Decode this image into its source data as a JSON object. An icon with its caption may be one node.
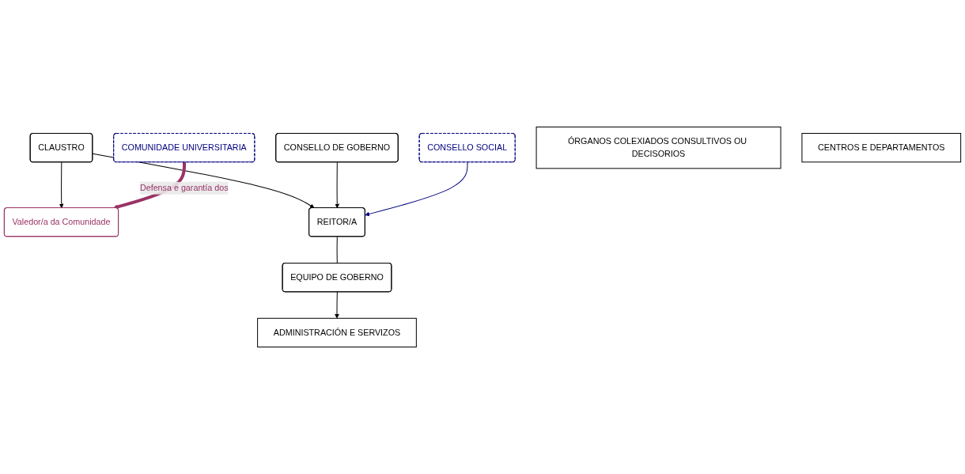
{
  "diagram": {
    "nodes": [
      {
        "text": [
          "CLAUSTRO"
        ]
      },
      {
        "text": [
          "Valedor/a da Comunidade"
        ]
      },
      {
        "text": [
          "REITOR/A"
        ]
      },
      {
        "text": [
          "CONSELLO DE GOBERNO"
        ]
      },
      {
        "text": [
          "CONSELLO SOCIAL"
        ]
      },
      {
        "text": [
          "EQUIPO DE GOBERNO"
        ]
      },
      {
        "text": [
          "COMUNIDADE UNIVERSITARIA"
        ]
      },
      {
        "text": [
          "ADMINISTRACIÓN E SERVIZOS"
        ]
      },
      {
        "text": [
          "ÓRGANOS COLEXIADOS CONSULTIVOS OU DECISORIOS"
        ]
      },
      {
        "text": [
          "CENTROS E DEPARTAMENTOS"
        ]
      }
    ],
    "edges": [
      {
        "from": 0,
        "to": 2,
        "arrow": "to"
      },
      {
        "from": 0,
        "to": 1,
        "arrow": "to"
      },
      {
        "from": 3,
        "to": 2,
        "arrow": "to"
      },
      {
        "from": 4,
        "to": 2,
        "arrow": "to",
        "color": "#000080"
      },
      {
        "from": 2,
        "to": 5,
        "arrow": "none"
      },
      {
        "from": 5,
        "to": 7,
        "arrow": "to"
      },
      {
        "from": 6,
        "to": 1,
        "arrow": "to",
        "label": "Defensa e garantía dos",
        "style": "thick",
        "color": "#993366"
      }
    ]
  }
}
